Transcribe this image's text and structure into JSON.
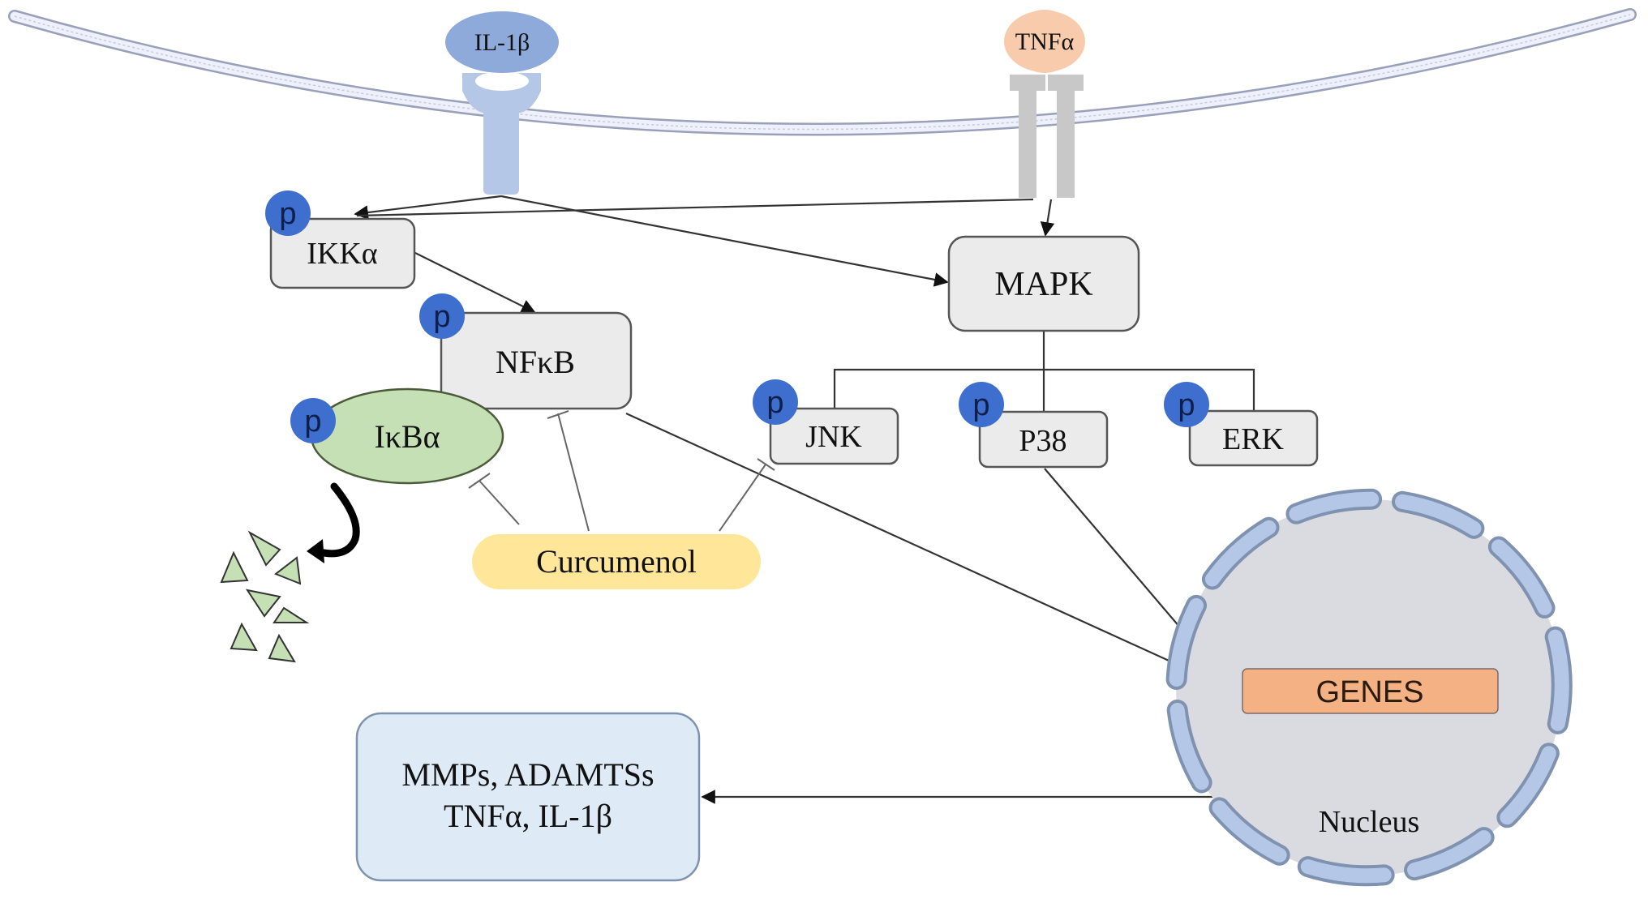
{
  "ligands": {
    "il1b": {
      "label": "IL-1β",
      "color": "#8eaadb",
      "receptor_color": "#b4c7e7"
    },
    "tnfa": {
      "label": "TNFα",
      "color": "#f8cbad",
      "receptor_color": "#c8c8c8"
    }
  },
  "nodes": {
    "ikka": {
      "label": "IKKα",
      "phosphorylated": true
    },
    "nfkb": {
      "label": "NFκB",
      "phosphorylated": true
    },
    "ikba": {
      "label": "IκBα",
      "phosphorylated": true,
      "color": "#c5e0b4"
    },
    "mapk": {
      "label": "MAPK",
      "phosphorylated": false
    },
    "jnk": {
      "label": "JNK",
      "phosphorylated": true
    },
    "p38": {
      "label": "P38",
      "phosphorylated": true
    },
    "erk": {
      "label": "ERK",
      "phosphorylated": true
    }
  },
  "phospho_label": "p",
  "inhibitor": {
    "label": "Curcumenol",
    "color": "#ffe699",
    "targets": [
      "IκBα",
      "NFκB",
      "JNK"
    ]
  },
  "nucleus": {
    "label": "Nucleus",
    "fill": "#dadbe0",
    "membrane_color": "#b4c7e7"
  },
  "genes": {
    "label": "GENES",
    "color": "#f4b183"
  },
  "output": {
    "lines": [
      "MMPs, ADAMTSs",
      "TNFα, IL-1β"
    ],
    "color": "#deebf7"
  },
  "edges": [
    {
      "from": "IL-1β receptor",
      "to": "IKKα",
      "type": "activation"
    },
    {
      "from": "IL-1β receptor",
      "to": "MAPK",
      "type": "activation"
    },
    {
      "from": "TNFα receptor",
      "to": "IKKα",
      "type": "activation"
    },
    {
      "from": "TNFα receptor",
      "to": "MAPK",
      "type": "activation"
    },
    {
      "from": "IKKα",
      "to": "NFκB",
      "type": "activation"
    },
    {
      "from": "MAPK",
      "to": [
        "JNK",
        "P38",
        "ERK"
      ],
      "type": "branch"
    },
    {
      "from": "NFκB",
      "to": "GENES",
      "type": "activation"
    },
    {
      "from": "P38",
      "to": "GENES",
      "type": "activation"
    },
    {
      "from": "GENES",
      "to": "MMPs, ADAMTSs / TNFα, IL-1β",
      "type": "activation"
    },
    {
      "from": "IκBα",
      "to": "degradation",
      "type": "degradation"
    }
  ]
}
